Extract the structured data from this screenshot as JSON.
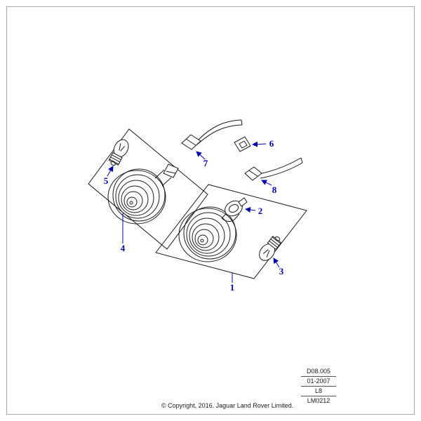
{
  "page": {
    "copyright": "© Copyright, 2016. Jaguar Land Rover Limited.",
    "background_color": "#ffffff",
    "border_color": "#a8a8a8"
  },
  "reference_block": {
    "lines": [
      "D08.005",
      "01-2007",
      "L8",
      "LM0212"
    ]
  },
  "diagram": {
    "accent_color": "#0000a8",
    "line_color": "#1a1a1a",
    "callouts": [
      {
        "label": "1"
      },
      {
        "label": "2"
      },
      {
        "label": "3"
      },
      {
        "label": "4"
      },
      {
        "label": "5"
      },
      {
        "label": "6"
      },
      {
        "label": "7"
      },
      {
        "label": "8"
      }
    ]
  }
}
